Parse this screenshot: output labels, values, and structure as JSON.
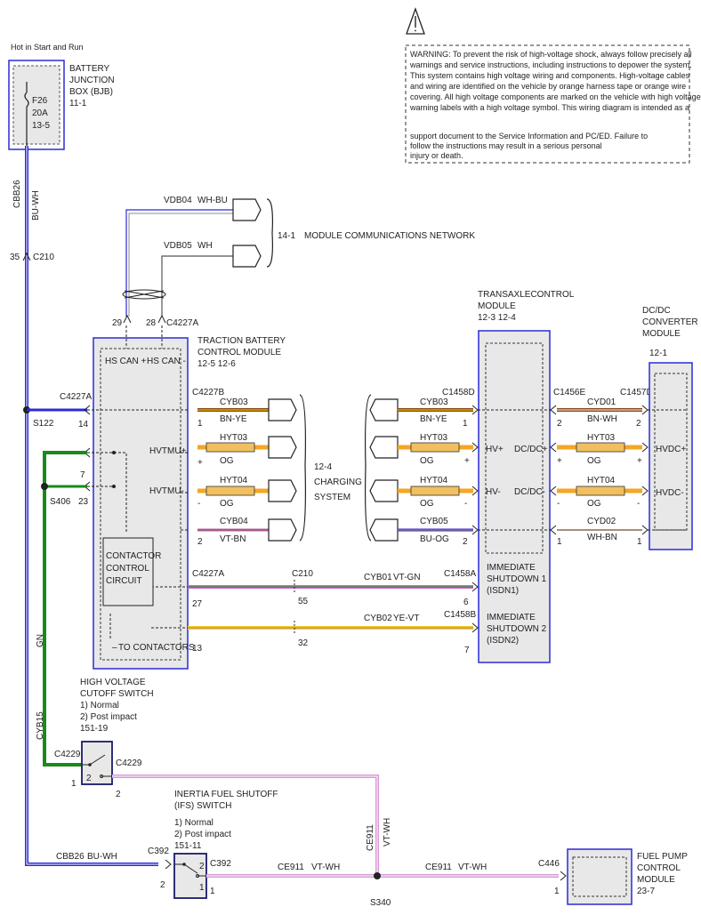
{
  "warning": {
    "text_lines": [
      "WARNING: To prevent the risk of high-voltage shock, always follow precisely all",
      "warnings and service instructions, including instructions to depower the system.",
      "This system contains high voltage wiring and components. High-voltage cables",
      "and wiring are identified on the vehicle by orange harness tape or orange wire",
      "covering. All high voltage components are marked on the vehicle with high voltage",
      "warning labels with a high voltage symbol. This wiring diagram is intended as a",
      "support document to the Service Information and PC/ED. Failure to",
      "follow the instructions may result in a serious personal",
      "injury or death."
    ]
  },
  "power": {
    "label": "Hot in Start and Run",
    "fuse_name": "F26",
    "fuse_rating": "20A",
    "fuse_ref": "13-5",
    "bjb_lines": [
      "BATTERY",
      "JUNCTION",
      "BOX (BJB)",
      "11-1"
    ],
    "wire_code": "CBB26",
    "wire_color": "BU-WH",
    "c210_pin": "35",
    "c210": "C210"
  },
  "network": {
    "vdb04": "VDB04",
    "vdb04_color": "WH-BU",
    "vdb05": "VDB05",
    "vdb05_color": "WH",
    "ref": "14-1",
    "label": "MODULE COMMUNICATIONS NETWORK",
    "pin29": "29",
    "pin28": "28",
    "connector": "C4227A"
  },
  "tbcm": {
    "title_lines": [
      "TRACTION BATTERY",
      "CONTROL  MODULE",
      "12-5   12-6"
    ],
    "hs_can_plus": "HS CAN +",
    "hs_can_minus": "HS CAN -",
    "hvtmu_plus": "HVTMU+",
    "hvtmu_minus": "HVTMU-",
    "contactor_lines": [
      "CONTACTOR",
      "CONTROL",
      "CIRCUIT"
    ],
    "to_contactors": "TO CONTACTORS",
    "c4227a": "C4227A",
    "c4227b": "C4227B",
    "pin14": "14",
    "pin7": "7",
    "pin23": "23",
    "c4227a_low": "C4227A",
    "pin27": "27",
    "pin13": "13"
  },
  "splices": {
    "s122": "S122",
    "s406": "S406",
    "s340": "S340"
  },
  "charging": {
    "lines": [
      "12-4",
      "CHARGING",
      "SYSTEM"
    ],
    "left_wires": [
      {
        "code": "CYB03",
        "color": "BN-YE",
        "pin": "1"
      },
      {
        "code": "HYT03",
        "color": "OG",
        "pin": "+"
      },
      {
        "code": "HYT04",
        "color": "OG",
        "pin": "-"
      },
      {
        "code": "CYB04",
        "color": "VT-BN",
        "pin": "2"
      }
    ],
    "right_wires": [
      {
        "code": "CYB03",
        "color": "BN-YE",
        "pin": "1"
      },
      {
        "code": "HYT03",
        "color": "OG",
        "pin": "+"
      },
      {
        "code": "HYT04",
        "color": "OG",
        "pin": "-"
      },
      {
        "code": "CYB05",
        "color": "BU-OG",
        "pin": "2"
      }
    ]
  },
  "tcm": {
    "title_lines": [
      "TRANSAXLECONTROL",
      "MODULE",
      "12-3   12-4"
    ],
    "c1458d": "C1458D",
    "hv_plus": "HV+",
    "hv_minus": "HV-",
    "dcdc_plus": "DC/DC+",
    "dcdc_minus": "DC/DC-",
    "isdn1_lines": [
      "IMMEDIATE",
      "SHUTDOWN 1",
      "(ISDN1)"
    ],
    "isdn2_lines": [
      "IMMEDIATE",
      "SHUTDOWN 2",
      "(ISDN2)"
    ]
  },
  "dcdc": {
    "title_lines": [
      "DC/DC",
      "CONVERTER",
      "MODULE",
      "12-1"
    ],
    "c1456e": "C1456E",
    "c1457d": "C1457D",
    "hvdc_plus": "HVDC+",
    "hvdc_minus": "HVDC-",
    "wires": [
      {
        "code": "CYD01",
        "color": "BN-WH",
        "lpin": "2",
        "rpin": "2"
      },
      {
        "code": "HYT03",
        "color": "OG",
        "lpin": "+",
        "rpin": "+"
      },
      {
        "code": "HYT04",
        "color": "OG",
        "lpin": "-",
        "rpin": "-"
      },
      {
        "code": "CYD02",
        "color": "WH-BN",
        "lpin": "1",
        "rpin": "1"
      }
    ]
  },
  "shutdown": {
    "cyb01": "CYB01",
    "cyb01_color": "VT-GN",
    "c210": "C210",
    "pin55": "55",
    "c1458a": "C1458A",
    "pin6": "6",
    "cyb02": "CYB02",
    "cyb02_color": "YE-VT",
    "pin32": "32",
    "c1458b": "C1458B",
    "pin7": "7"
  },
  "hv_cutoff": {
    "title_lines": [
      "HIGH VOLTAGE",
      "CUTOFF SWITCH",
      "1) Normal",
      "2) Post impact",
      "151-19"
    ],
    "c4229_left": "C4229",
    "c4229_right": "C4229",
    "pin1": "1",
    "pin2": "2",
    "pin2b": "2",
    "cyb15": "CYB15",
    "cyb15_color": "GN"
  },
  "ifs": {
    "title_lines": [
      "INERTIA FUEL SHUTOFF",
      "(IFS) SWITCH",
      "1) Normal",
      "2) Post impact",
      "151-11"
    ],
    "c392_left": "C392",
    "c392_right": "C392",
    "pin2": "2",
    "pin1": "1",
    "pin1b": "1",
    "sw2": "2"
  },
  "fuel": {
    "cbb26": "CBB26",
    "cbb26_color": "BU-WH",
    "ce911_a": "CE911",
    "ce911_a_color": "VT-WH",
    "ce911_b": "CE911",
    "ce911_b_color": "VT-WH",
    "ce911_v": "CE911",
    "ce911_v_color": "VT-WH",
    "c446": "C446",
    "c446_pin": "1",
    "fpcm_lines": [
      "FUEL PUMP",
      "CONTROL",
      "MODULE",
      "23-7"
    ]
  }
}
